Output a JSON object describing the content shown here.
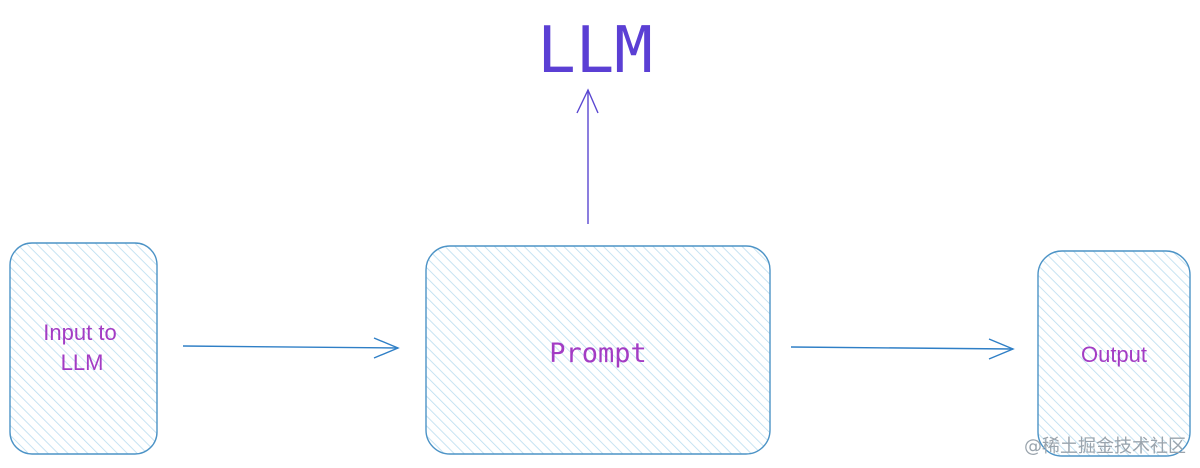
{
  "diagram": {
    "title": "LLM",
    "nodes": {
      "input_line1": "Input to",
      "input_line2": "LLM",
      "prompt": "Prompt",
      "output": "Output"
    },
    "colors": {
      "title": "#5b3fd4",
      "node_text": "#a33cc4",
      "box_stroke": "#4c93c6",
      "box_hatch": "#b9dcef",
      "arrow_blue": "#2f7fc6",
      "arrow_purple": "#5a47d1"
    }
  },
  "watermark": "@稀土掘金技术社区"
}
